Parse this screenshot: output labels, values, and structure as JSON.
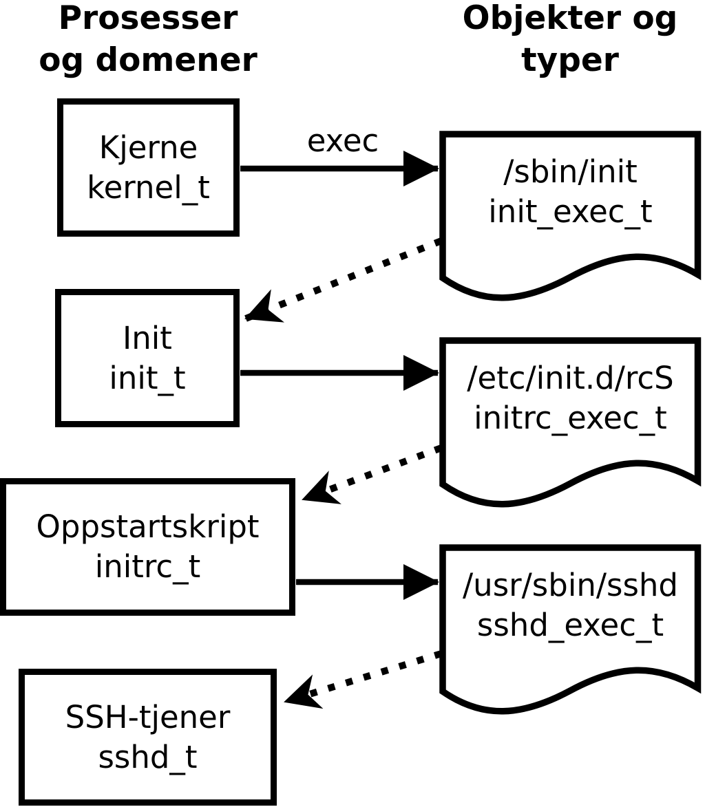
{
  "colors": {
    "ink": "#000000",
    "paper": "#ffffff"
  },
  "headers": {
    "left": "Prosesser\nog domener",
    "right": "Objekter og\ntyper"
  },
  "process_boxes": [
    {
      "label": "Kjerne",
      "type": "kernel_t"
    },
    {
      "label": "Init",
      "type": "init_t"
    },
    {
      "label": "Oppstartskript",
      "type": "initrc_t"
    },
    {
      "label": "SSH-tjener",
      "type": "sshd_t"
    }
  ],
  "object_docs": [
    {
      "path": "/sbin/init",
      "type": "init_exec_t"
    },
    {
      "path": "/etc/init.d/rcS",
      "type": "initrc_exec_t"
    },
    {
      "path": "/usr/sbin/sshd",
      "type": "sshd_exec_t"
    }
  ],
  "edges": [
    {
      "from": "kernel_t",
      "to": "init_exec_t",
      "style": "solid",
      "label": "exec"
    },
    {
      "from": "init_exec_t",
      "to": "init_t",
      "style": "dotted",
      "label": ""
    },
    {
      "from": "init_t",
      "to": "initrc_exec_t",
      "style": "solid",
      "label": ""
    },
    {
      "from": "initrc_exec_t",
      "to": "initrc_t",
      "style": "dotted",
      "label": ""
    },
    {
      "from": "initrc_t",
      "to": "sshd_exec_t",
      "style": "solid",
      "label": ""
    },
    {
      "from": "sshd_exec_t",
      "to": "sshd_t",
      "style": "dotted",
      "label": ""
    }
  ]
}
